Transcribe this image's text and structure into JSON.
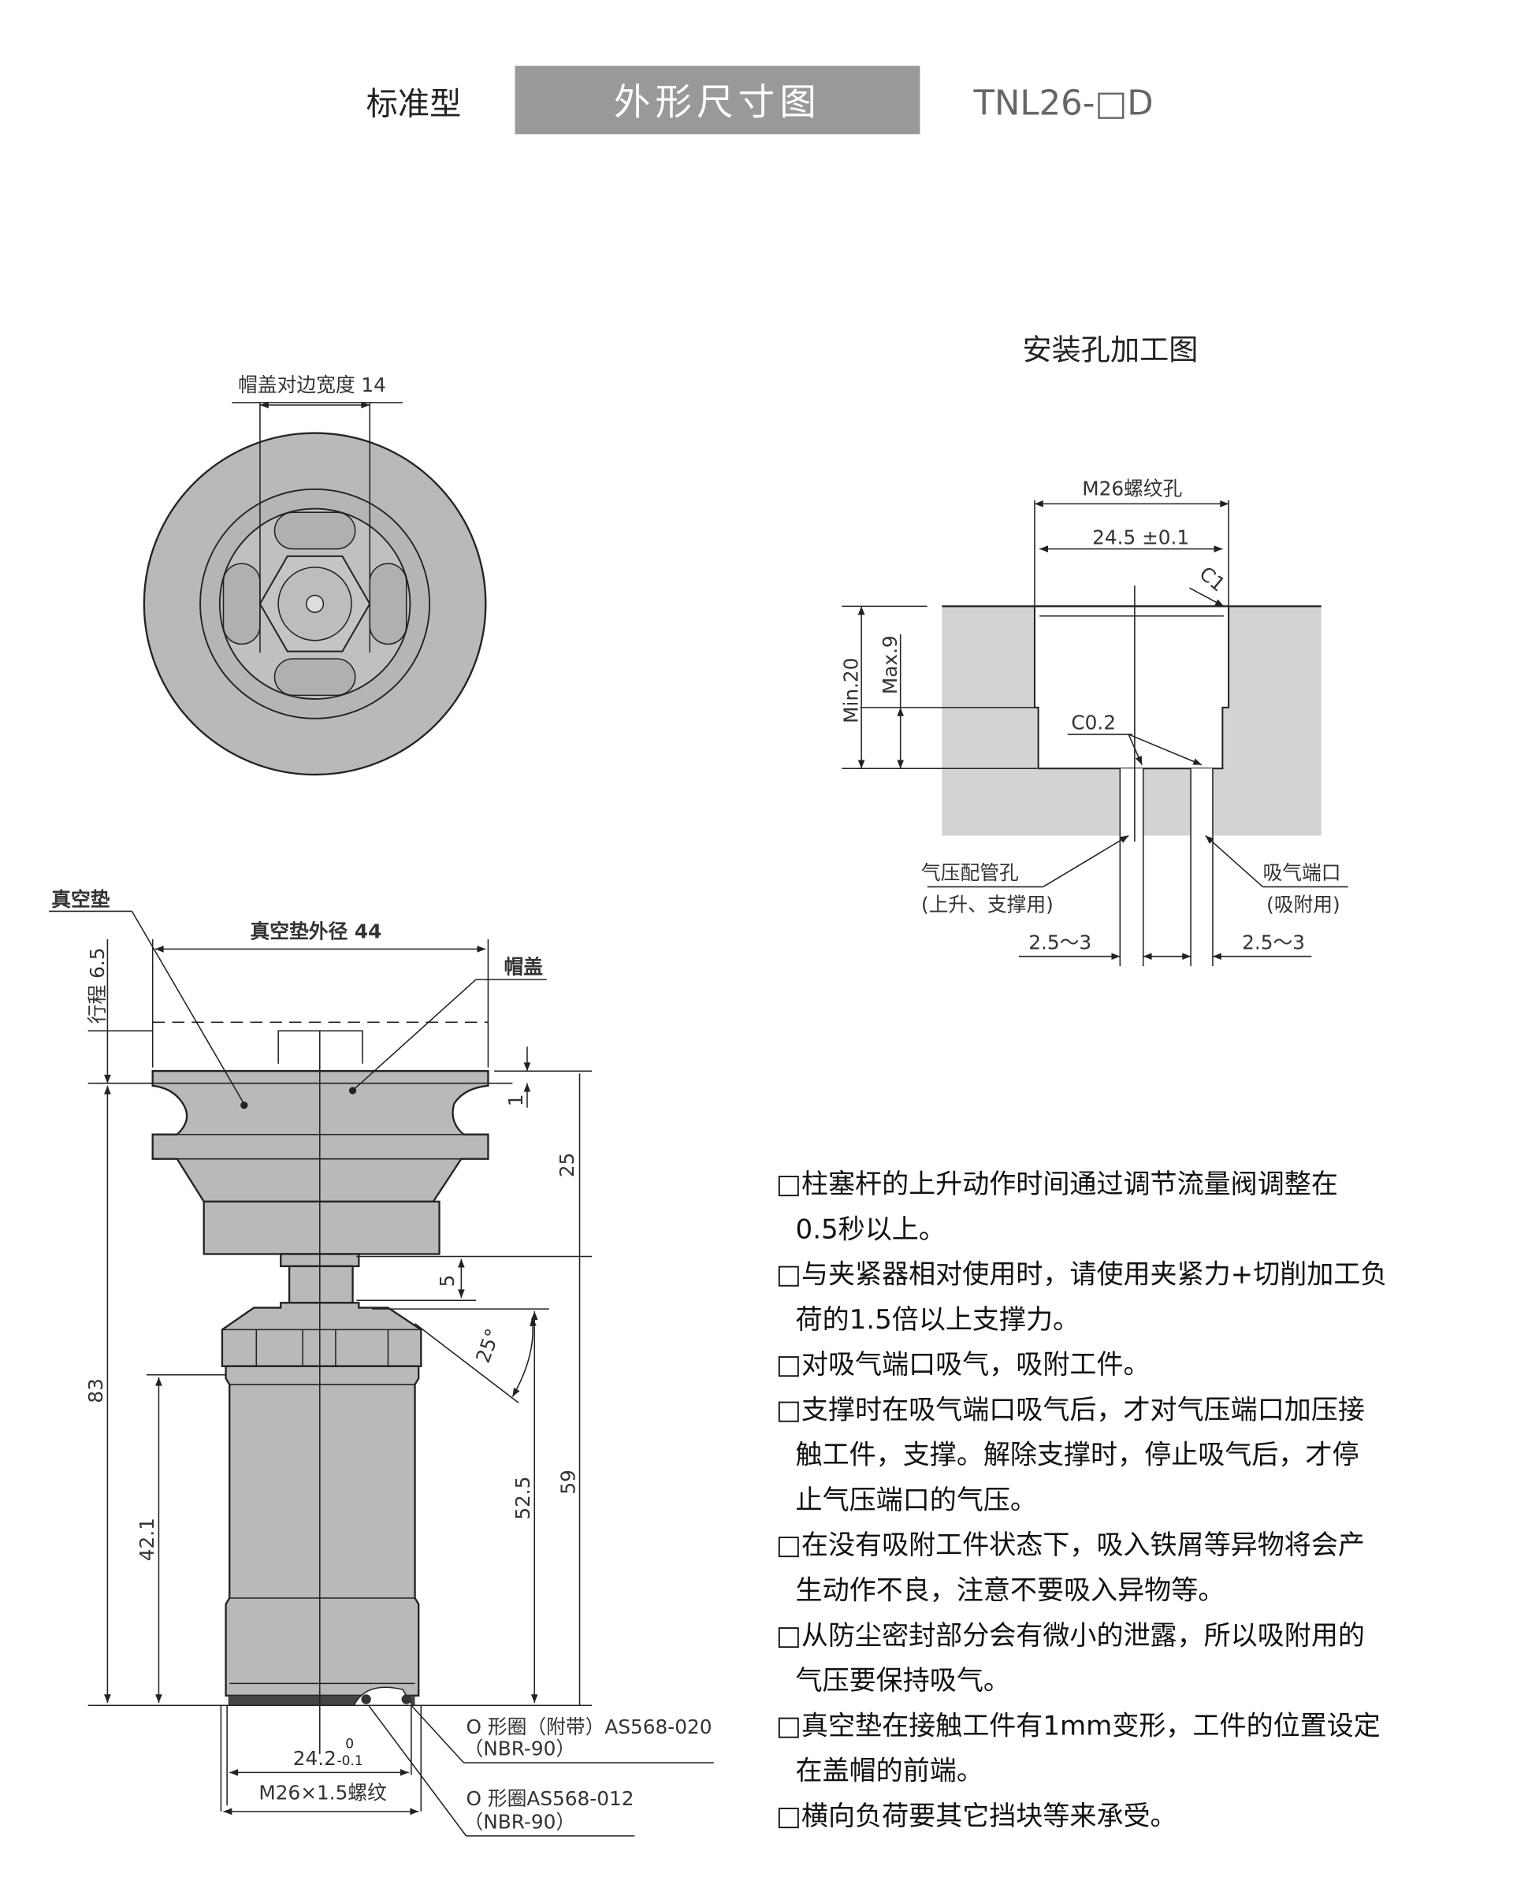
{
  "header": {
    "type_label": "标准型",
    "title": "外形尺寸图",
    "model": "TNL26-□D",
    "title_bg": "#999999"
  },
  "top_view": {
    "cap_width_label": "帽盖对边宽度 14"
  },
  "mount_hole": {
    "title": "安装孔加工图",
    "thread_label": "M26螺纹孔",
    "bore_label": "24.5 ±0.1",
    "chamfer_top": "C1",
    "chamfer_bottom": "C0.2",
    "depth_min": "Min.20",
    "depth_max": "Max.9",
    "air_port_label": "气压配管孔",
    "air_port_sub": "(上升、支撑用)",
    "suction_port_label": "吸气端口",
    "suction_port_sub": "(吸附用)",
    "port_dia_left": "2.5～3",
    "port_dia_right": "2.5～3"
  },
  "side_view": {
    "pad_label": "真空垫",
    "pad_dia_label": "真空垫外径 44",
    "cap_label": "帽盖",
    "stroke_label": "行程 6.5",
    "dim_1": "1",
    "dim_25": "25",
    "dim_5": "5",
    "dim_angle": "25°",
    "dim_83": "83",
    "dim_42_1": "42.1",
    "dim_52_5": "52.5",
    "dim_59": "59",
    "dim_24_2": "24.2",
    "tol_upper": "0",
    "tol_lower": "-0.1",
    "thread_label": "M26×1.5螺纹",
    "oring1_label": "O 形圈（附带）AS568-020",
    "oring1_sub": "（NBR-90）",
    "oring2_label": "O 形圈AS568-012",
    "oring2_sub": "（NBR-90）"
  },
  "notes": [
    [
      "□柱塞杆的上升动作时间通过调节流量阀调整在",
      "0.5秒以上。"
    ],
    [
      "□与夹紧器相对使用时，请使用夹紧力+切削加工负",
      "荷的1.5倍以上支撑力。"
    ],
    [
      "□对吸气端口吸气，吸附工件。"
    ],
    [
      "□支撑时在吸气端口吸气后，才对气压端口加压接",
      "触工件，支撑。解除支撑时，停止吸气后，才停",
      "止气压端口的气压。"
    ],
    [
      "□在没有吸附工件状态下，吸入铁屑等异物将会产",
      "生动作不良，注意不要吸入异物等。"
    ],
    [
      "□从防尘密封部分会有微小的泄露，所以吸附用的",
      "气压要保持吸气。"
    ],
    [
      "□真空垫在接触工件有1mm变形，工件的位置设定",
      "在盖帽的前端。"
    ],
    [
      "□横向负荷要其它挡块等来承受。"
    ]
  ]
}
